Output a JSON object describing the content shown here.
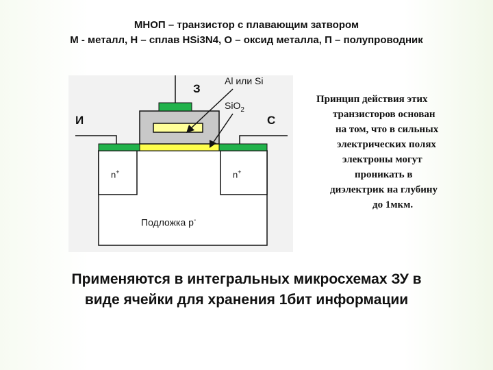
{
  "header": {
    "title": "МНОП – транзистор с плавающим затвором",
    "subtitle": "М - металл, Н – сплав HSi3N4, О – оксид металла, П – полупроводник"
  },
  "diagram": {
    "labels": {
      "gate": "З",
      "source": "И",
      "drain": "С",
      "metal": "Al или Si",
      "oxide": "SiO",
      "oxide_sub": "2",
      "n_left": "n",
      "n_left_sup": "+",
      "n_right": "n",
      "n_right_sup": "+",
      "substrate": "Подложка p",
      "substrate_sup": "-"
    },
    "colors": {
      "green": "#21b24b",
      "yellow": "#ffff4c",
      "gray": "#c8c8c8",
      "background": "#f2f2f2"
    }
  },
  "side_text": {
    "lines": [
      "Принцип действия этих",
      "транзисторов основан",
      "на том, что в сильных",
      "электрических полях",
      "электроны могут",
      "проникать в",
      "диэлектрик на глубину",
      "до 1мкм."
    ]
  },
  "bottom_text": {
    "line1": "Применяются в интегральных микросхемах ЗУ в",
    "line2": "виде ячейки для хранения 1бит информации"
  }
}
